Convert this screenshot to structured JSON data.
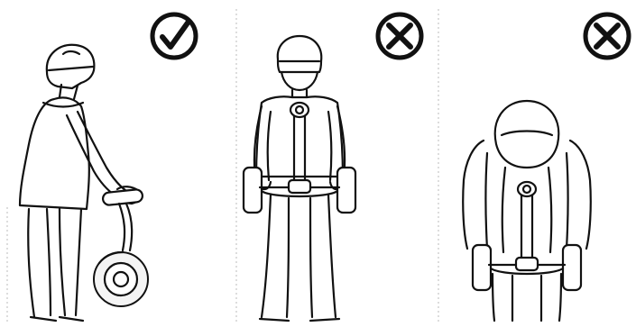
{
  "panels": [
    {
      "id": "correct-posture",
      "status": "correct",
      "status_icon": "checkmark-circle-icon"
    },
    {
      "id": "incorrect-standing-on-handlebar",
      "status": "incorrect",
      "status_icon": "x-circle-icon"
    },
    {
      "id": "incorrect-leaning-over-handlebar",
      "status": "incorrect",
      "status_icon": "x-circle-icon"
    }
  ],
  "colors": {
    "line": "#111111",
    "background": "#ffffff"
  }
}
